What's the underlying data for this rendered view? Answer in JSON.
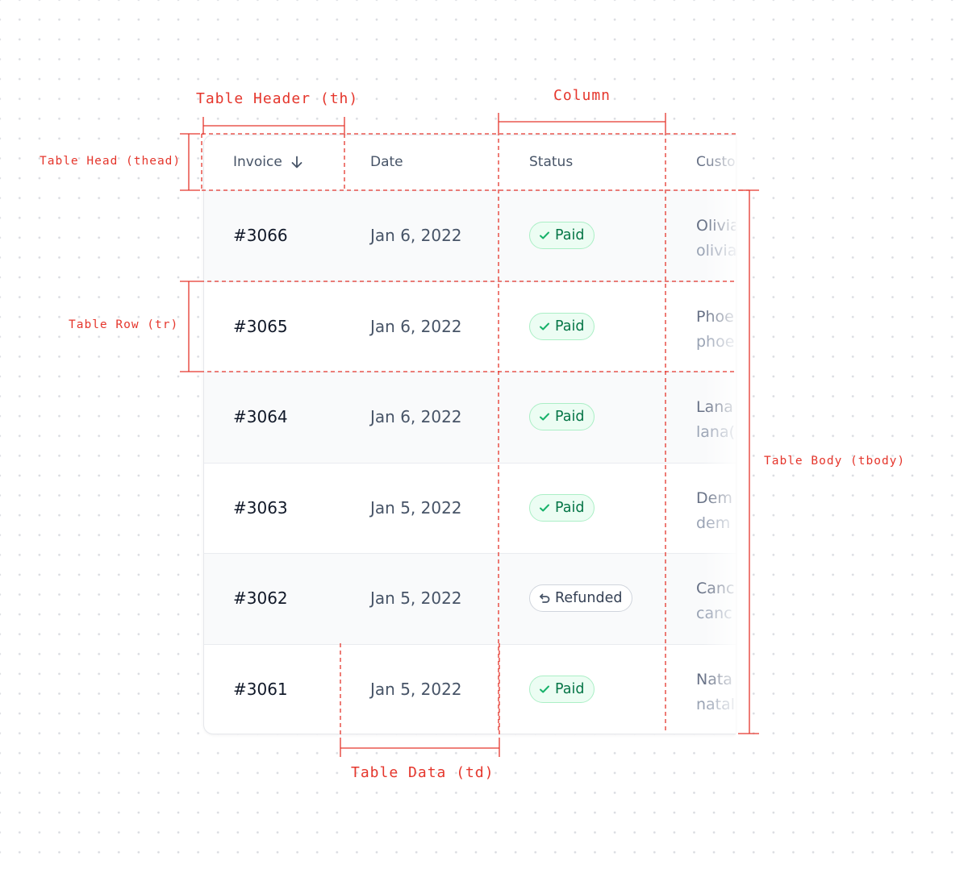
{
  "annotations": {
    "table_header": "Table Header (th)",
    "column": "Column",
    "table_head": "Table Head (thead)",
    "table_row": "Table Row (tr)",
    "table_body": "Table Body (tbody)",
    "table_data": "Table Data (td)"
  },
  "table": {
    "headers": {
      "invoice": "Invoice",
      "date": "Date",
      "status": "Status",
      "customer": "Custo"
    },
    "rows": [
      {
        "invoice": "#3066",
        "date": "Jan 6, 2022",
        "status": "Paid",
        "status_type": "paid",
        "customer_name": "Olivia",
        "customer_email": "olivia"
      },
      {
        "invoice": "#3065",
        "date": "Jan 6, 2022",
        "status": "Paid",
        "status_type": "paid",
        "customer_name": "Phoe",
        "customer_email": "phoe"
      },
      {
        "invoice": "#3064",
        "date": "Jan 6, 2022",
        "status": "Paid",
        "status_type": "paid",
        "customer_name": "Lana",
        "customer_email": "lana("
      },
      {
        "invoice": "#3063",
        "date": "Jan 5, 2022",
        "status": "Paid",
        "status_type": "paid",
        "customer_name": "Dem",
        "customer_email": "dem"
      },
      {
        "invoice": "#3062",
        "date": "Jan 5, 2022",
        "status": "Refunded",
        "status_type": "refunded",
        "customer_name": "Canc",
        "customer_email": "canc"
      },
      {
        "invoice": "#3061",
        "date": "Jan 5, 2022",
        "status": "Paid",
        "status_type": "paid",
        "customer_name": "Nata",
        "customer_email": "natal"
      }
    ]
  },
  "colors": {
    "annotation": "#e5362c",
    "paid_bg": "#ecfdf3",
    "paid_text": "#067647",
    "row_alt": "#f9fafb"
  },
  "icons": {
    "sort": "arrow-down-icon",
    "paid": "check-icon",
    "refunded": "refund-arrow-icon"
  }
}
